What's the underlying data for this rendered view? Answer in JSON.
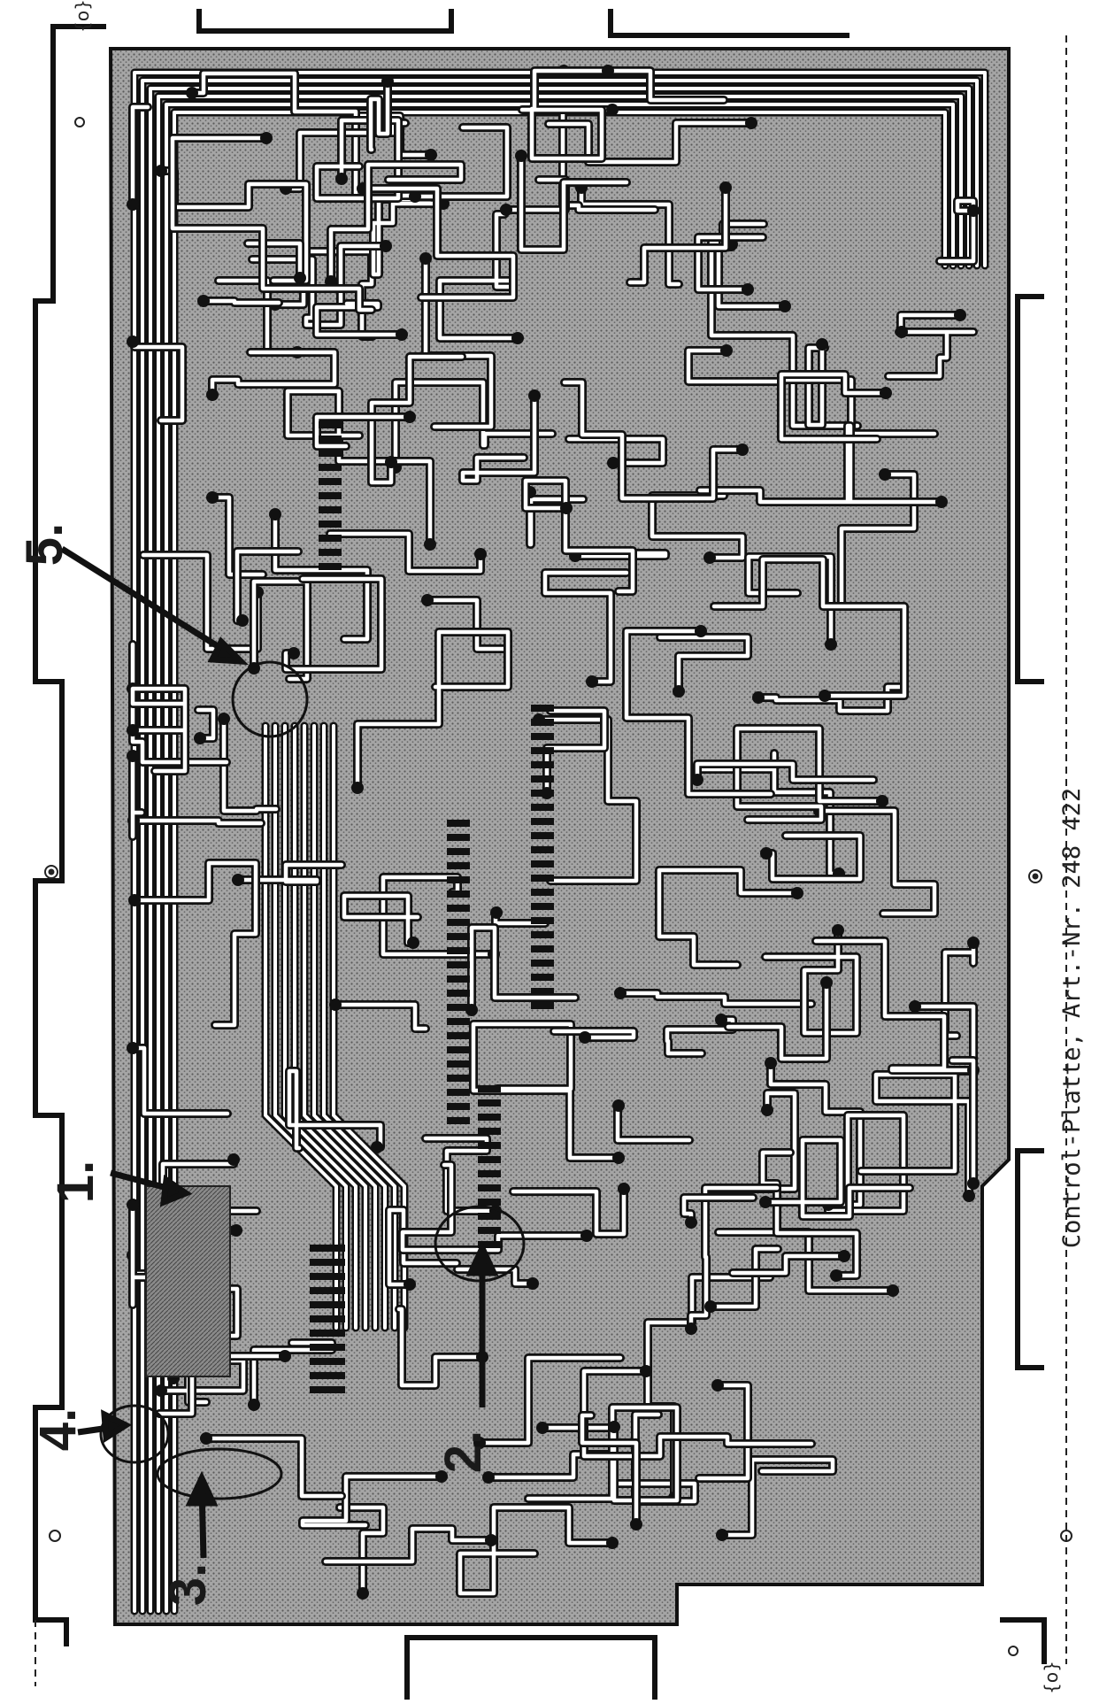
{
  "caption": "Control-Platte, Art.-Nr. 248 422",
  "callouts": [
    {
      "id": "1",
      "label": "1."
    },
    {
      "id": "2",
      "label": "2."
    },
    {
      "id": "3",
      "label": "3."
    },
    {
      "id": "4",
      "label": "4."
    },
    {
      "id": "5",
      "label": "5."
    }
  ],
  "corner_marks": [
    "{o}",
    "{o}"
  ],
  "colors": {
    "ink": "#1a1a1a",
    "copper_fill": "#9a9a9a",
    "trace": "#ffffff",
    "paper": "#ffffff"
  }
}
